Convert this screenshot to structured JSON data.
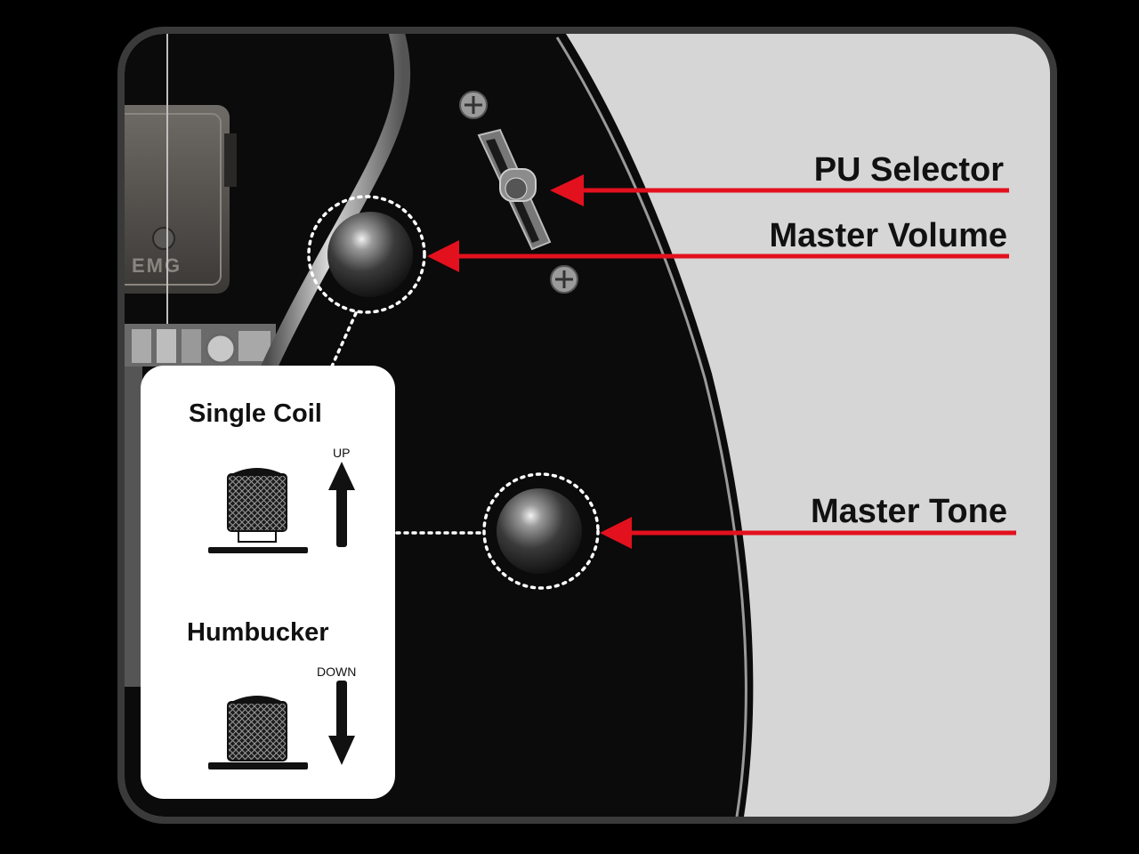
{
  "diagram": {
    "callouts": {
      "pu_selector": "PU Selector",
      "master_volume": "Master Volume",
      "master_tone": "Master Tone"
    },
    "inset": {
      "single_coil": {
        "title": "Single Coil",
        "direction": "UP"
      },
      "humbucker": {
        "title": "Humbucker",
        "direction": "DOWN"
      }
    },
    "pickup_brand": "EMG"
  },
  "colors": {
    "arrow": "#e3101e",
    "pickguard": "#0a0a0a",
    "body": "#d4d4d4",
    "frame": "#333333",
    "inset_background": "#ffffff"
  }
}
